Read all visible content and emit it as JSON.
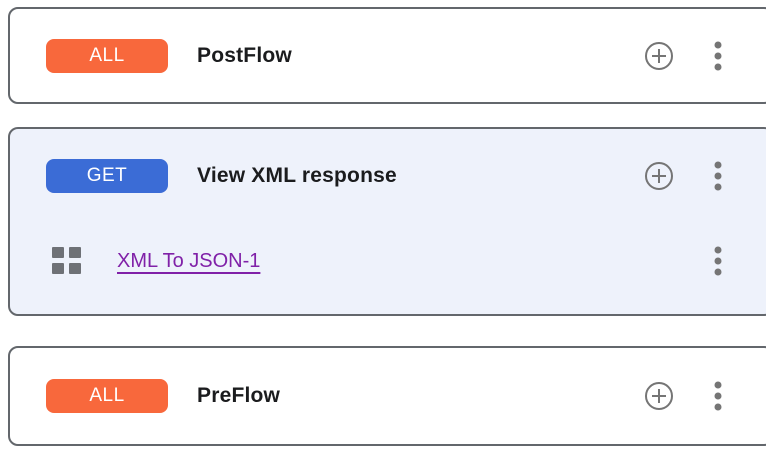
{
  "colors": {
    "orange_badge": "#F8683C",
    "blue_badge": "#3B6CD6",
    "selected_card_bg": "#EEF2FB",
    "card_border": "#63676C",
    "icon_gray": "#757575",
    "grid_icon_gray": "#6E7176",
    "link_purple": "#8021A8",
    "title_text": "#1B1C1E"
  },
  "icons": {
    "add": "plus-circle-icon",
    "menu": "kebab-menu-icon",
    "policy": "grid-icon"
  },
  "cards": [
    {
      "title": "PostFlow",
      "badge": {
        "label": "ALL",
        "color": "#F8683C"
      },
      "selected": false,
      "policies": []
    },
    {
      "title": "View XML response",
      "badge": {
        "label": "GET",
        "color": "#3B6CD6"
      },
      "selected": true,
      "policies": [
        {
          "label": "XML To JSON-1"
        }
      ]
    },
    {
      "title": "PreFlow",
      "badge": {
        "label": "ALL",
        "color": "#F8683C"
      },
      "selected": false,
      "policies": []
    }
  ]
}
